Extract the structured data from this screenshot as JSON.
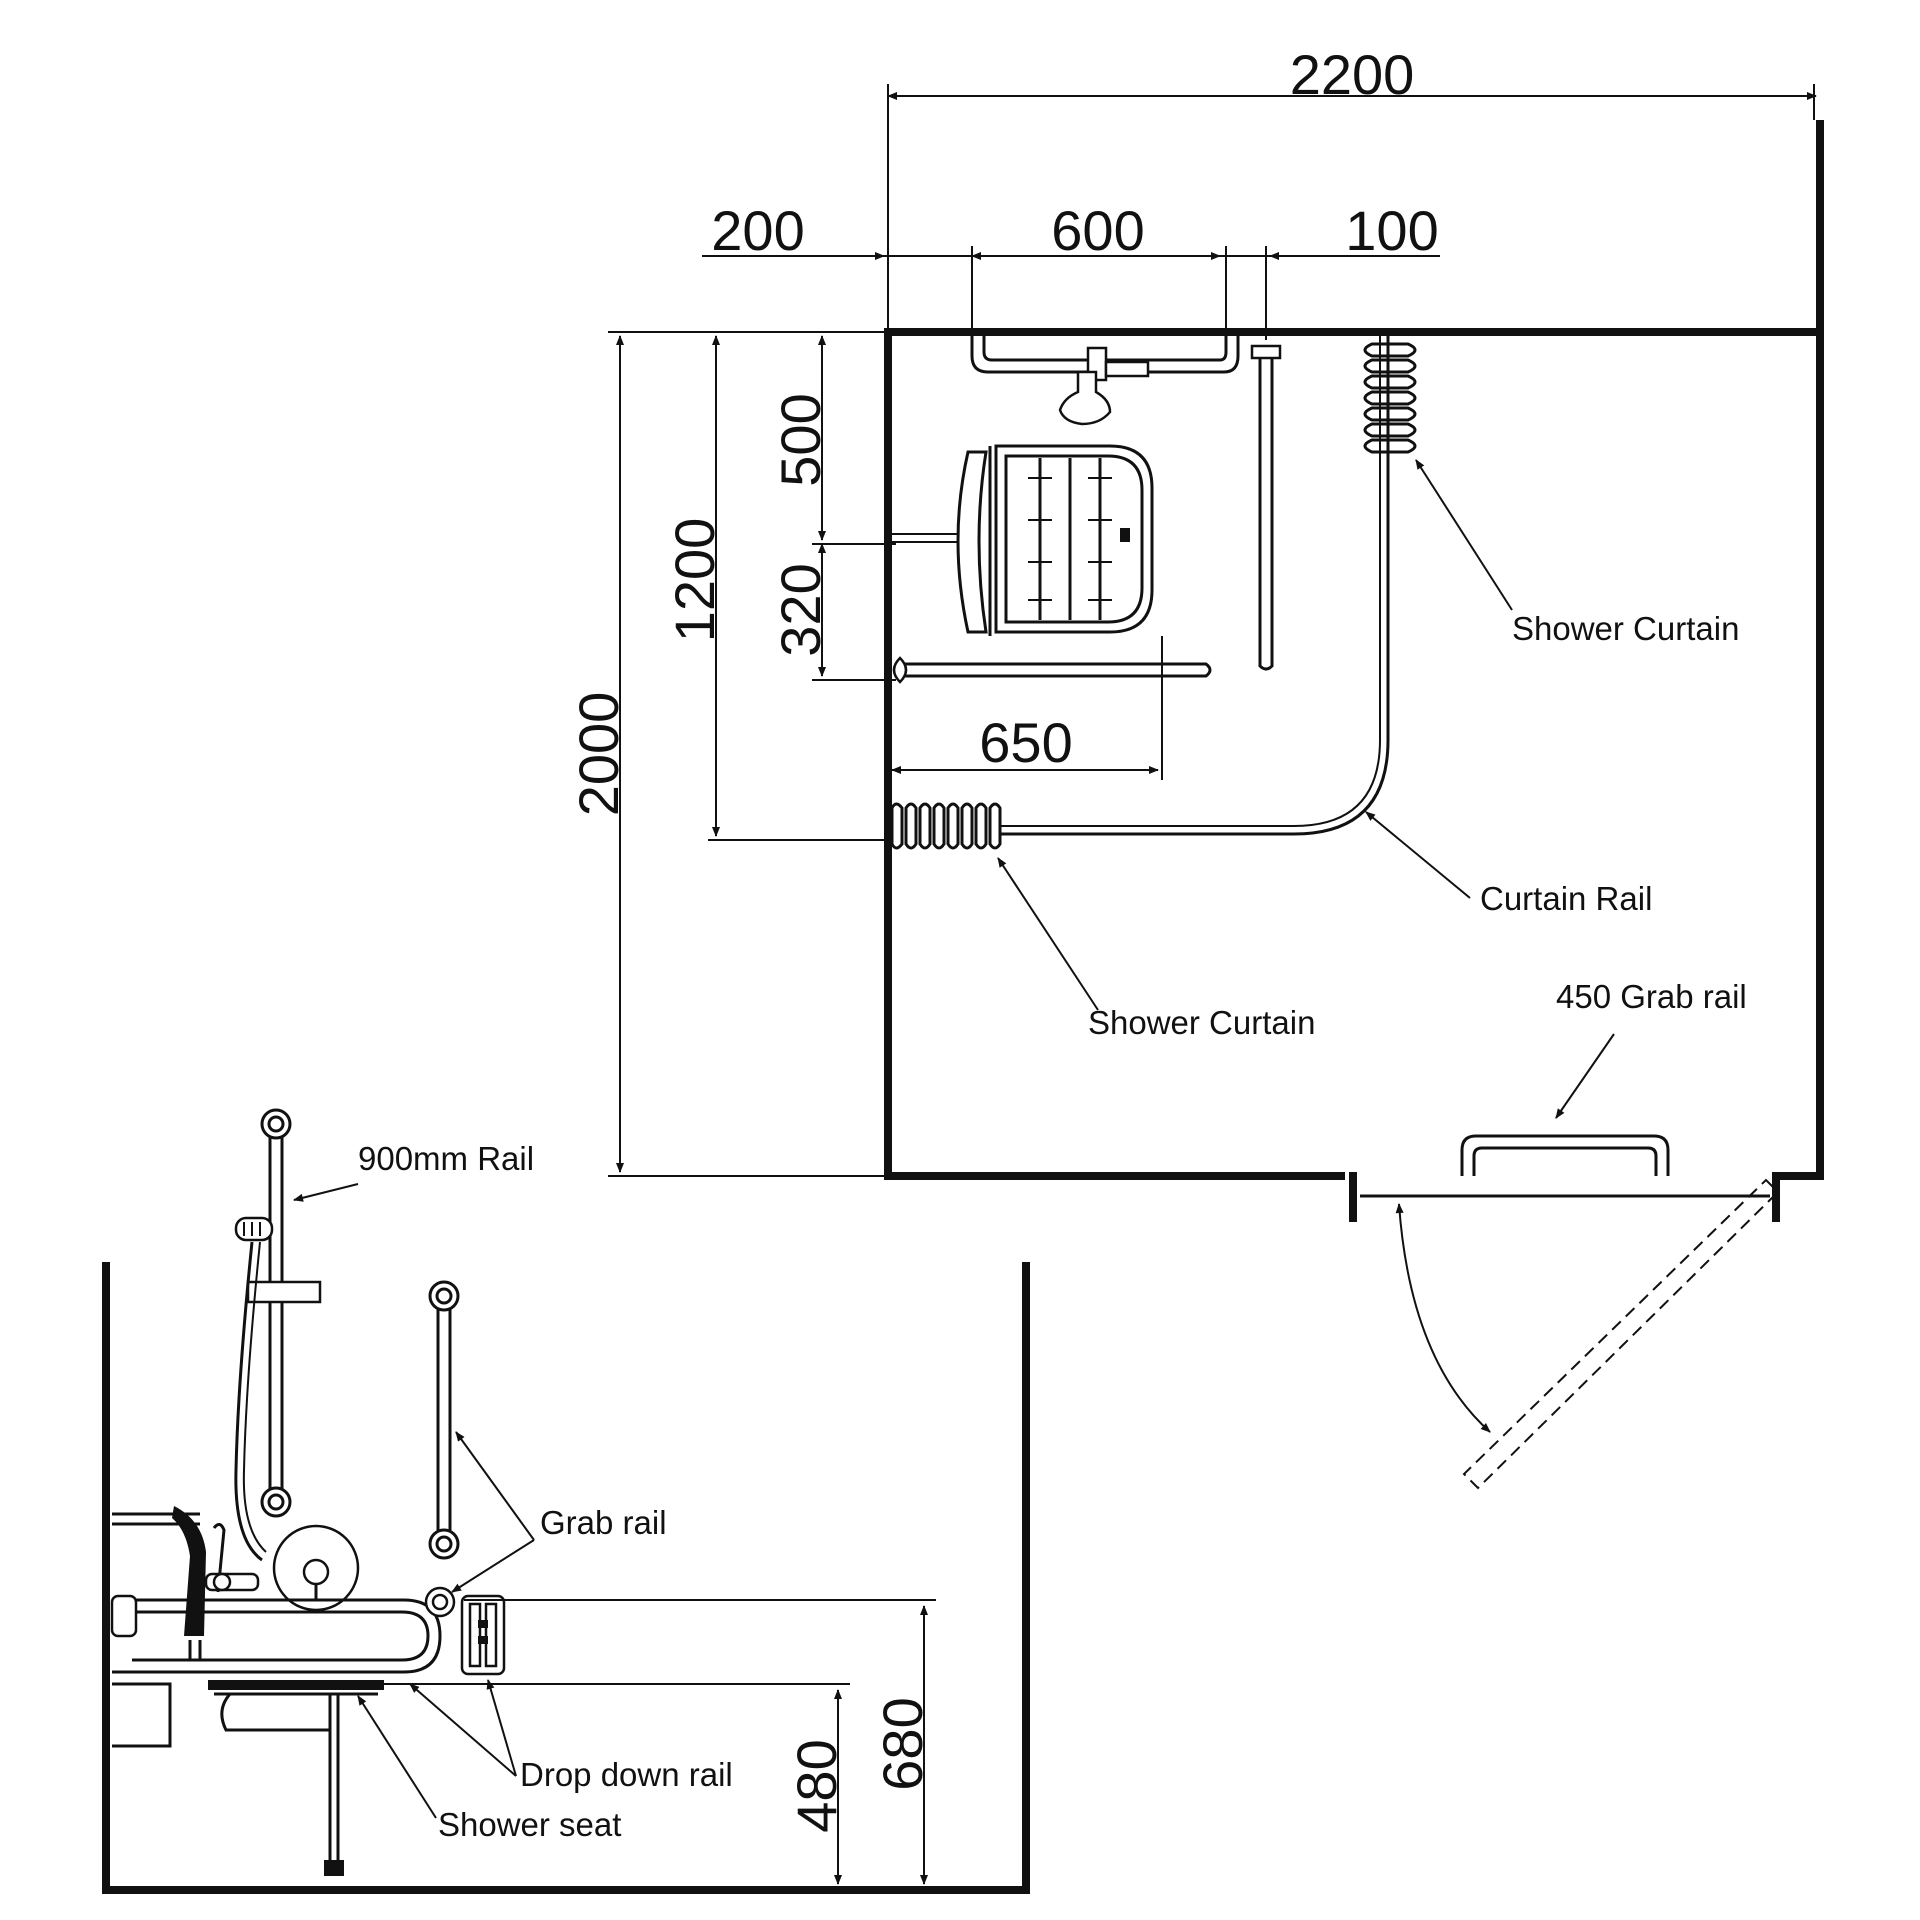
{
  "dimensions": {
    "width_total": "2200",
    "offset_200": "200",
    "rail_600": "600",
    "gap_100": "100",
    "depth_total": "2000",
    "curtain_1200": "1200",
    "seat_500": "500",
    "seat_320": "320",
    "seat_650": "650",
    "elev_680": "680",
    "elev_480": "480"
  },
  "labels": {
    "shower_curtain_top": "Shower Curtain",
    "curtain_rail": "Curtain Rail",
    "shower_curtain_bottom": "Shower Curtain",
    "grab_rail_450": "450 Grab rail",
    "rail_900": "900mm Rail",
    "grab_rail": "Grab rail",
    "drop_down_rail": "Drop down rail",
    "shower_seat": "Shower seat"
  }
}
